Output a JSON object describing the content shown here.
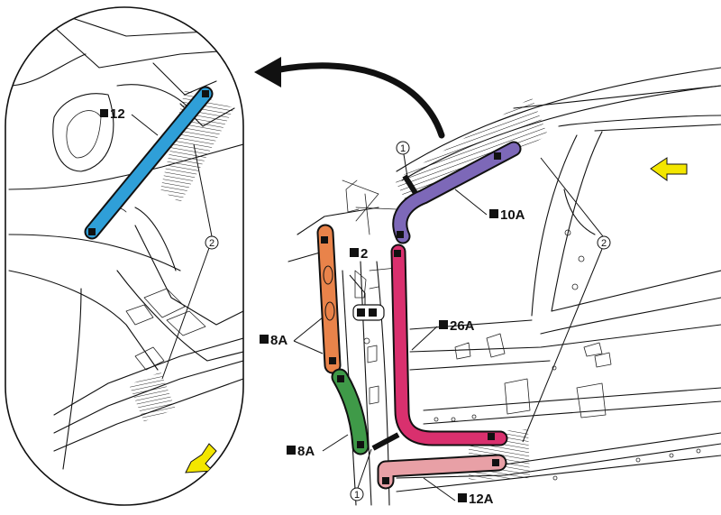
{
  "labels": {
    "detail_tape": "12",
    "roof_tape": "10A",
    "pillar_tape": "26A",
    "upper_b_tape": "8A",
    "lower_b_tape": "8A",
    "b_pillar_small": "2",
    "sill_tape": "12A",
    "callout_one_top": "1",
    "callout_one_bottom": "1",
    "callout_two_detail": "2",
    "callout_two_right": "2"
  },
  "colors": {
    "detail_tape": "#2f9fd8",
    "roof_tape": "#7d68b8",
    "pillar_tape": "#d9306e",
    "upper_b_tape": "#e9834a",
    "lower_b_tape": "#3f9a48",
    "sill_tape": "#e8a0a6",
    "direction_arrow": "#f3e600"
  },
  "icons": {
    "view_arrow": "curved-arrow-icon",
    "front_arrow_right": "arrow-left-icon",
    "front_arrow_detail": "arrow-down-left-icon"
  }
}
